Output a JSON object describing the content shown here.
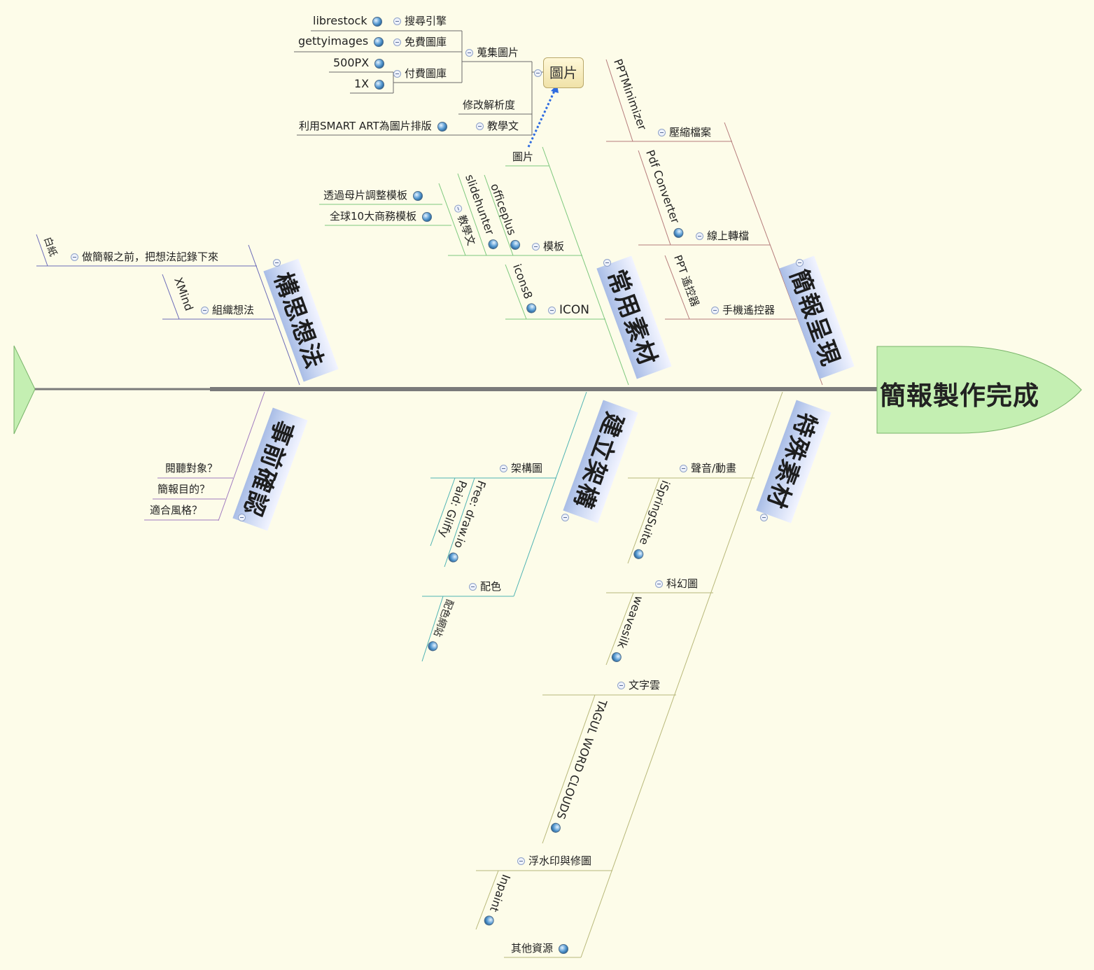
{
  "head": {
    "title": "簡報製作完成"
  },
  "colors": {
    "spine": "#7a7a7a",
    "goal_fill": "#c4efb2",
    "goal_edge": "#79b46a",
    "presentation": "#b57b7b",
    "materials": "#7dc87d",
    "thinking": "#6b6bb8",
    "precheck": "#a07ac0",
    "structure": "#4fb3b3",
    "special": "#b8b87a"
  },
  "categories": {
    "presentation": "簡報呈現",
    "materials": "常用素材",
    "thinking": "構思想法",
    "precheck": "事前確認",
    "structure": "建立架構",
    "special": "特殊素材"
  },
  "image_box": {
    "label": "圖片"
  },
  "images": {
    "search": "搜尋引擎",
    "librestock": "librestock",
    "free": "免費圖庫",
    "gettyimages": "gettyimages",
    "collect": "蒐集圖片",
    "paid": "付費圖庫",
    "px500": "500PX",
    "x1": "1X",
    "resolution": "修改解析度",
    "tutorial": "教學文",
    "smartart": "利用SMART ART為圖片排版",
    "img_link": "圖片"
  },
  "materials": {
    "template": "模板",
    "officeplus": "officeplus",
    "slidehunter": "slidehunter",
    "tutorial": "教學文",
    "master": "透過母片調整模板",
    "global10": "全球10大商務模板",
    "icon": "ICON",
    "icons8": "icons8"
  },
  "presentation": {
    "compress": "壓縮檔案",
    "pptminimizer": "PPTMinimizer",
    "convert": "線上轉檔",
    "pdfconverter": "Pdf Converter",
    "remote": "手機遙控器",
    "pptremote": "PPT 遙控器"
  },
  "thinking": {
    "record": "做簡報之前，把想法記錄下來",
    "paper": "白紙",
    "organize": "組織想法",
    "xmind": "XMind"
  },
  "precheck": {
    "audience": "閱聽對象？",
    "purpose": "簡報目的？",
    "style": "適合風格？"
  },
  "structure": {
    "diagram": "架構圖",
    "drawio": "Free: draw.io",
    "gliffy": "Paid: Gliffy",
    "color": "配色",
    "colorsite": "配色網站"
  },
  "special": {
    "sound": "聲音/動畫",
    "ispring": "iSpringSuite",
    "scifi": "科幻圖",
    "weavesilk": "weavesilk",
    "cloud": "文字雲",
    "tagul": "TAGUL WORD CLOUDS",
    "watermark": "浮水印與修圖",
    "inpaint": "Inpaint",
    "other": "其他資源"
  }
}
